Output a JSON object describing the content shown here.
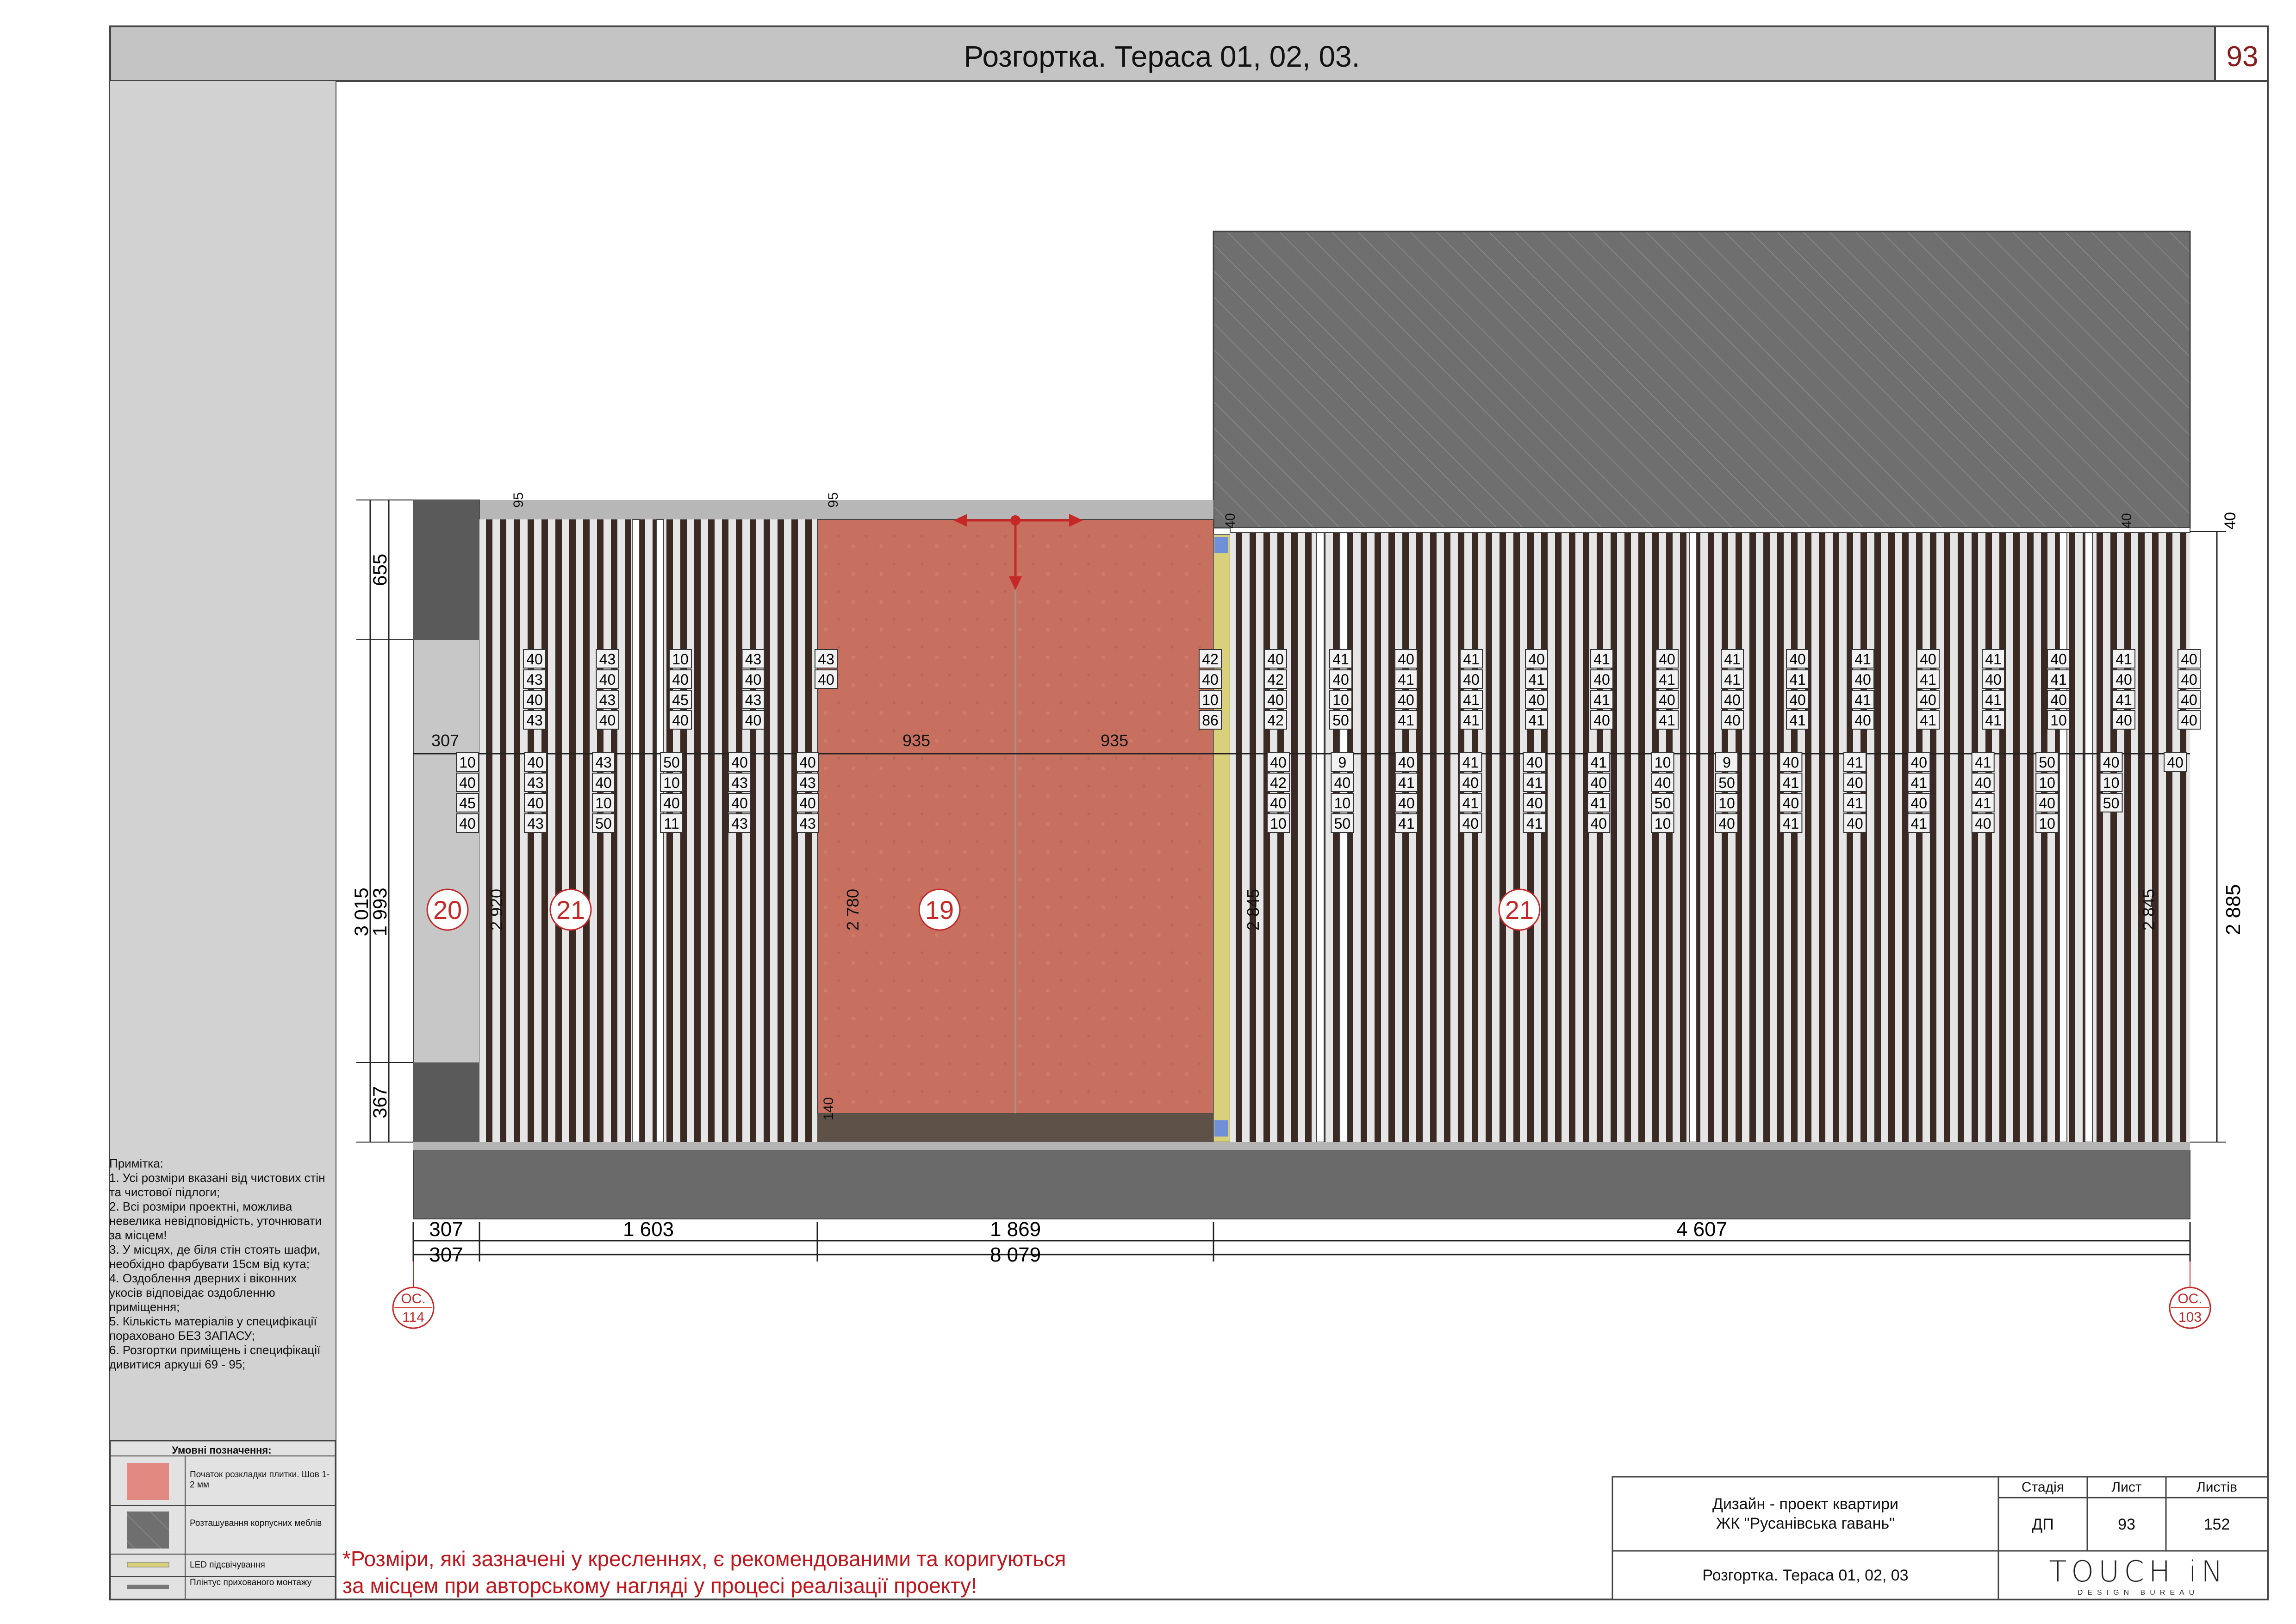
{
  "header": {
    "title": "Розгортка. Тераса 01, 02, 03.",
    "sheet_number": "93"
  },
  "notes": [
    "Примітка:",
    "1.  Усі розміри вказані від чистових стін та чистової підлоги;",
    "2.  Всі розміри проектні, можлива невелика невідповідність, уточнювати за місцем!",
    "3. У місцях, де біля стін стоять шафи, необхідно фарбувати 15см від кута;",
    "4. Оздоблення дверних і віконних укосів відповідає оздобленню приміщення;",
    "5. Кількість матеріалів у специфікації пораховано БЕЗ ЗАПАСУ;",
    "6. Розгортки приміщень і специфікації дивитися аркуші 69 - 95;"
  ],
  "legend": {
    "title": "Умовні позначення:",
    "items": [
      {
        "label": "Початок розкладки плитки. Шов 1-2 мм"
      },
      {
        "label": "Розташування корпусних меблів"
      },
      {
        "label": "LED підсвічування"
      },
      {
        "label": "Плінтус прихованого монтажу"
      }
    ]
  },
  "disclaimer": [
    "*Розміри, які зазначені у кресленнях, є рекомендованими та коригуються",
    "за місцем при авторському нагляді у процесі реалізації проекту!"
  ],
  "title_block": {
    "project_line1": "Дизайн - проект квартири",
    "project_line2": "ЖК \"Русанівська гавань\"",
    "drawing_name": "Розгортка. Тераса 01, 02, 03",
    "stage_label": "Стадія",
    "sheet_label": "Лист",
    "sheets_label": "Листів",
    "stage": "ДП",
    "sheet": "93",
    "sheets": "152",
    "logo": "TOUCH iN",
    "logo_sub": "DESIGN BUREAU"
  },
  "drawing": {
    "colors": {
      "panel_dark": "#3c2a24",
      "panel_light": "#e8e8e8",
      "tile": "#c96f63",
      "gray_block": "#6f6f6f",
      "wall_strip": "#b9b9b9",
      "led": "#d9d27a",
      "accent": "#b71c1c"
    },
    "tags": [
      "20",
      "21",
      "19",
      "21"
    ],
    "axes": [
      {
        "line1": "ОС.",
        "line2": "114"
      },
      {
        "line1": "ОС.",
        "line2": "103"
      }
    ],
    "dims_bottom_row1": [
      "307",
      "1 603",
      "1 869",
      "4 607"
    ],
    "dims_bottom_row2": [
      "307",
      "8 079"
    ],
    "dims_left": [
      "655",
      "3 015",
      "1 993",
      "367"
    ],
    "dims_right": [
      "2 885",
      "40"
    ],
    "dims_inner": [
      "2 920",
      "2 780",
      "2 845",
      "2 845",
      "140",
      "95",
      "95",
      "40",
      "40",
      "307",
      "935",
      "935"
    ],
    "tile_rows": {
      "left_top": [
        "40 43 40 43",
        "43 40 43 40",
        "10 40 45 40",
        "43 40 43 40",
        "43 40"
      ],
      "left_bottom": [
        "10 40 45 40",
        "40 43 40 43",
        "43 40 10 50",
        "50 10 40 11",
        "40 43 40 43",
        "40 43 40 43"
      ],
      "right_top": [
        "42 40 10 86",
        "40 42 40 42",
        "41 40 10 50",
        "40 41 40 41",
        "41 40 41 41",
        "40 41 40 41",
        "41 40 41 40",
        "40 41 40 41",
        "41 41 40 40",
        "40 41 40 41",
        "41 40 41 40",
        "40 41 40 41",
        "41 40 41 41",
        "40 41 40 10",
        "41 40 41 40",
        "40 40 40 40"
      ],
      "right_bottom": [
        "40 42 40 10",
        "9 40 10 50",
        "40 41 40 41",
        "41 40 41 40",
        "40 41 40 41",
        "41 40 41 40",
        "10 40 50 10",
        "9 50 10 40",
        "40 41 40 41",
        "41 40 41 40",
        "40 41 40 41",
        "41 40 41 40",
        "50 10 40 10",
        "40 10 50",
        "40"
      ]
    }
  }
}
